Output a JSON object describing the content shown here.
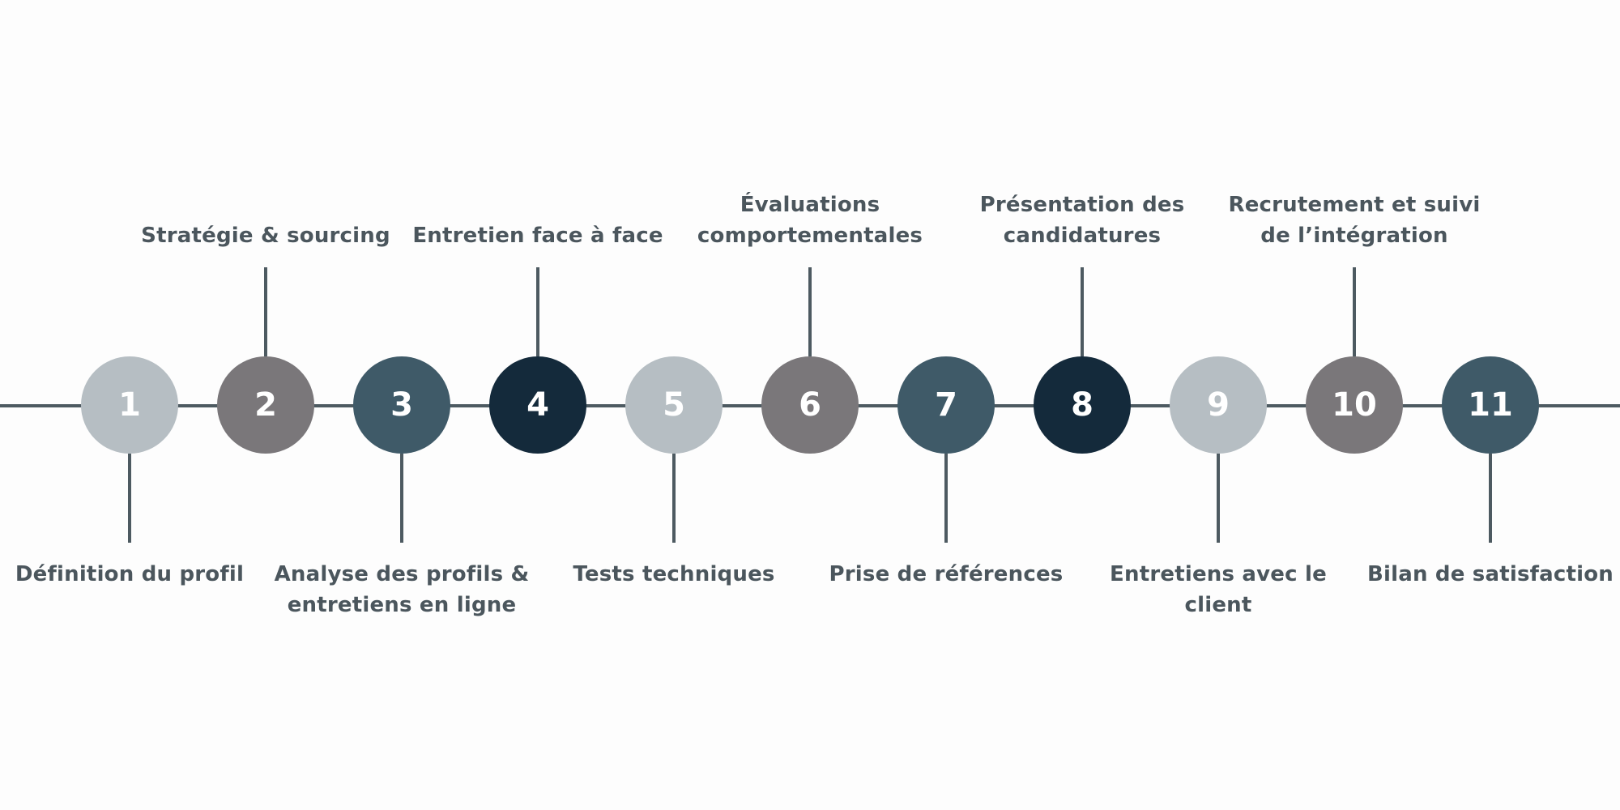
{
  "timeline": {
    "steps": [
      {
        "number": "1",
        "label": "Définition du profil",
        "color": "#b6bec3"
      },
      {
        "number": "2",
        "label": "Stratégie & sourcing",
        "color": "#7a777a"
      },
      {
        "number": "3",
        "label": "Analyse des profils & entretiens en ligne",
        "color": "#3f5a68"
      },
      {
        "number": "4",
        "label": "Entretien face à face",
        "color": "#142a3b"
      },
      {
        "number": "5",
        "label": "Tests techniques",
        "color": "#b6bec3"
      },
      {
        "number": "6",
        "label": "Évaluations comportementales",
        "color": "#7a777a"
      },
      {
        "number": "7",
        "label": "Prise de références",
        "color": "#3f5a68"
      },
      {
        "number": "8",
        "label": "Présentation des candidatures",
        "color": "#142a3b"
      },
      {
        "number": "9",
        "label": "Entretiens avec le client",
        "color": "#b6bec3"
      },
      {
        "number": "10",
        "label": "Recrutement et suivi de l’intégration",
        "color": "#7a777a"
      },
      {
        "number": "11",
        "label": "Bilan de satisfaction",
        "color": "#3f5a68"
      }
    ],
    "line_color": "#4d5a61",
    "label_color": "#4b565d"
  }
}
